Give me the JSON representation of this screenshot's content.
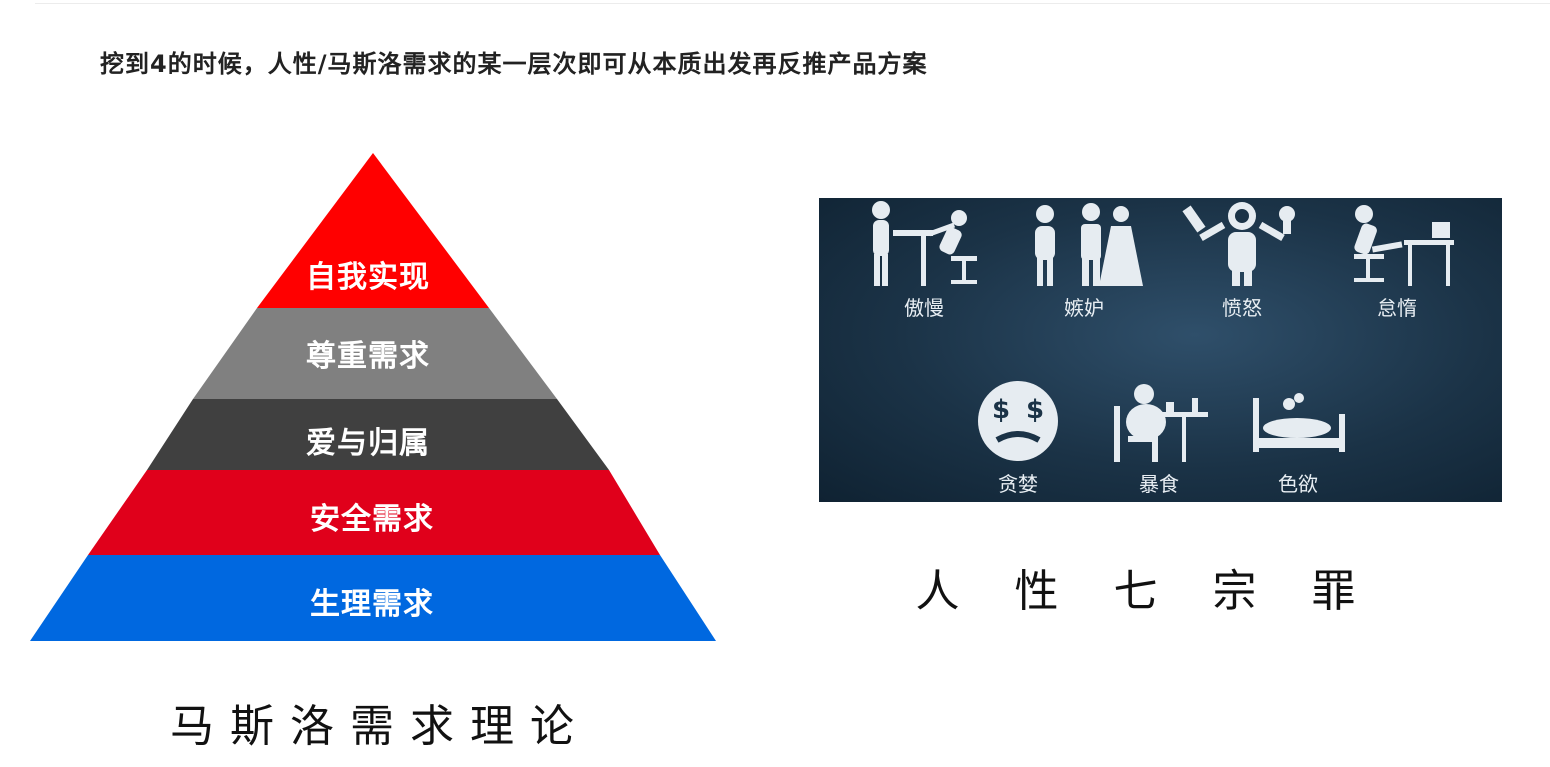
{
  "heading": "挖到4的时候，人性/马斯洛需求的某一层次即可从本质出发再反推产品方案",
  "maslow": {
    "caption": "马斯洛需求理论",
    "levels": [
      {
        "label": "自我实现",
        "color": "#ff0000"
      },
      {
        "label": "尊重需求",
        "color": "#808080"
      },
      {
        "label": "爱与归属",
        "color": "#404040"
      },
      {
        "label": "安全需求",
        "color": "#e0001b"
      },
      {
        "label": "生理需求",
        "color": "#0068e0"
      }
    ]
  },
  "sins": {
    "caption": "人性七宗罪",
    "items": [
      {
        "label": "傲慢",
        "icon": "arrogance-icon"
      },
      {
        "label": "嫉妒",
        "icon": "envy-icon"
      },
      {
        "label": "愤怒",
        "icon": "anger-icon"
      },
      {
        "label": "怠惰",
        "icon": "sloth-icon"
      },
      {
        "label": "贪婪",
        "icon": "greed-icon"
      },
      {
        "label": "暴食",
        "icon": "gluttony-icon"
      },
      {
        "label": "色欲",
        "icon": "lust-icon"
      }
    ]
  }
}
